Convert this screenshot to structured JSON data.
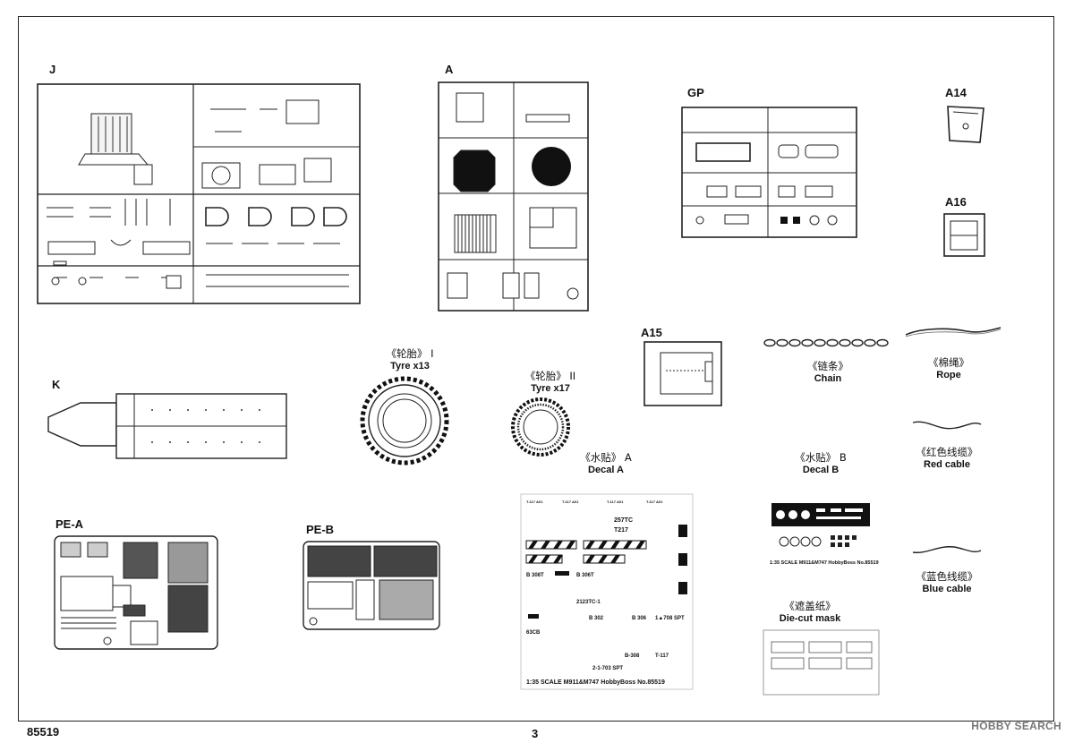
{
  "sprues": {
    "J": "J",
    "A": "A",
    "GP": "GP",
    "A14": "A14",
    "A16": "A16",
    "A15": "A15",
    "K": "K",
    "PE_A": "PE-A",
    "PE_B": "PE-B"
  },
  "items": {
    "tyre1": {
      "zh": "《轮胎》 I",
      "en": "Tyre x13"
    },
    "tyre2": {
      "zh": "《轮胎》 II",
      "en": "Tyre x17"
    },
    "chain": {
      "zh": "《链条》",
      "en": "Chain"
    },
    "rope": {
      "zh": "《棉绳》",
      "en": "Rope"
    },
    "red_cable": {
      "zh": "《红色线缆》",
      "en": "Red cable"
    },
    "blue_cable": {
      "zh": "《蓝色线缆》",
      "en": "Blue cable"
    },
    "decal_a": {
      "zh": "《水贴》 A",
      "en": "Decal A"
    },
    "decal_b": {
      "zh": "《水贴》 B",
      "en": "Decal B"
    },
    "mask": {
      "zh": "《遮盖纸》",
      "en": "Die-cut mask"
    }
  },
  "decal_a": {
    "footer": "1:35 SCALE  M911&M747  HobbyBoss  No.85519",
    "codes": [
      "257TC",
      "T217",
      "B 308T",
      "B 306T",
      "2123TC-1",
      "B 302",
      "B 306",
      "1▲708 SPT",
      "63CB",
      "T-117",
      "B-308",
      "2-1-703 SPT"
    ]
  },
  "decal_b": {
    "footer": "1:35 SCALE  M911&M747  HobbyBoss  No.85519"
  },
  "footer": {
    "kit_number": "85519",
    "page_number": "3",
    "watermark": "HOBBY SEARCH"
  }
}
